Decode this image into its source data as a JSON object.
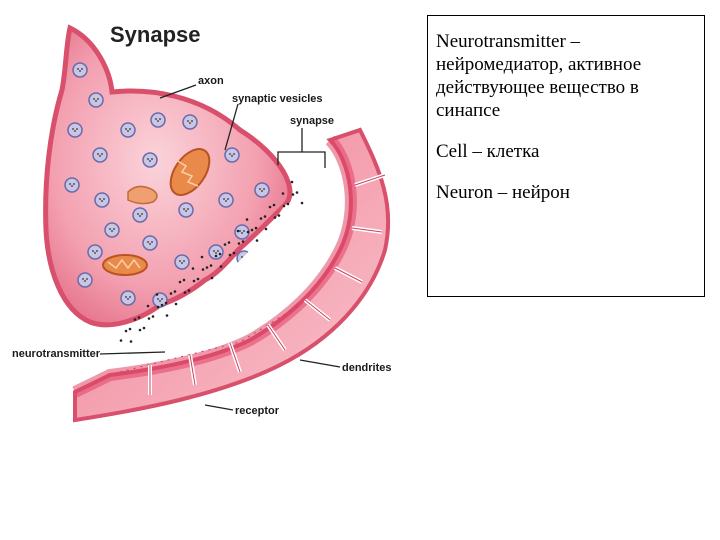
{
  "diagram": {
    "title": "Synapse",
    "labels": {
      "axon": "axon",
      "synaptic_vesicles": "synaptic vesicles",
      "synapse": "synapse",
      "neurotransmitter": "neurotransmitter",
      "dendrites": "dendrites",
      "receptor": "receptor"
    }
  },
  "glossary": [
    "Neurotransmitter – нейромедиатор, активное действующее вещество в синапсе",
    "Cell – клетка",
    "Neuron – нейрон"
  ],
  "colors": {
    "membrane": "#e45f78",
    "cytoplasm": "#f4a4b2",
    "dendrite": "#f3a6b2",
    "vesicle": "#b7b7d8",
    "mitochondria": "#e07a3a"
  }
}
